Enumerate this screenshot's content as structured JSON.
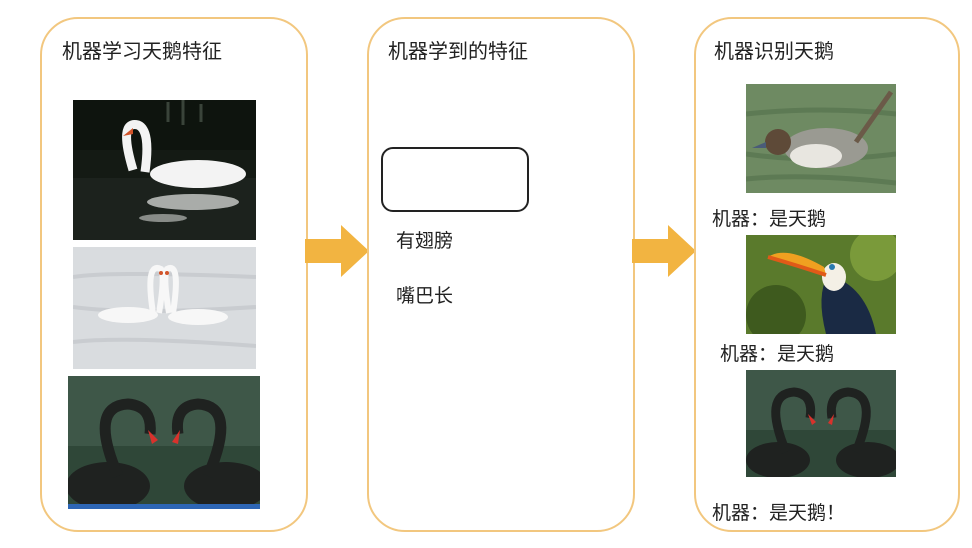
{
  "panels": [
    {
      "title": "机器学习天鹅特征"
    },
    {
      "title": "机器学到的特征",
      "features": [
        "有翅膀",
        "嘴巴长"
      ]
    },
    {
      "title": "机器识别天鹅",
      "results": [
        "机器：是天鹅",
        "机器：是天鹅",
        "机器：是天鹅！"
      ]
    }
  ],
  "images": {
    "training": [
      "white-swan-photo",
      "two-white-swans-heart-photo",
      "black-swans-heart-photo"
    ],
    "test": [
      "pintail-duck-photo",
      "toucan-photo",
      "black-swans-heart-photo"
    ]
  },
  "colors": {
    "panel_border": "#f2c77f",
    "arrow": "#f2b441"
  }
}
